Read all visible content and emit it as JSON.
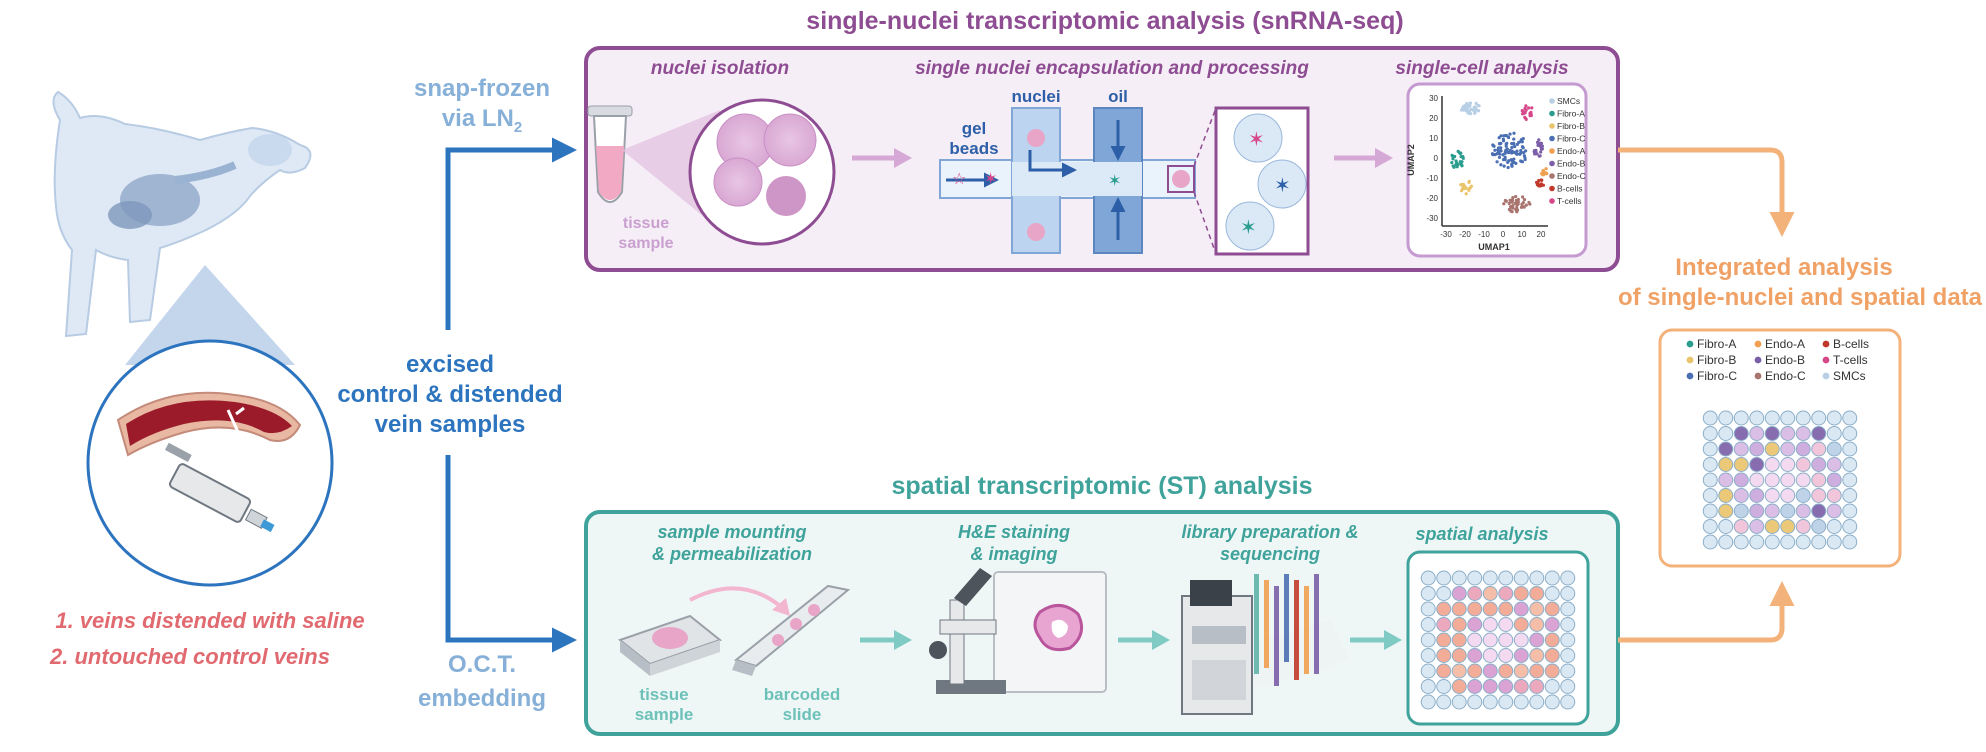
{
  "colors": {
    "purple": "#8e4c92",
    "purple_light": "#f6eef6",
    "teal": "#3fa39b",
    "teal_light": "#eef7f6",
    "blue": "#2d74bf",
    "blue_light": "#87b0d8",
    "orange": "#f4b27b",
    "orange_text": "#f0a266",
    "salmon": "#e06a70"
  },
  "left": {
    "treatment_1": "1.  veins distended with saline",
    "treatment_2": "2.  untouched control veins",
    "excised_line1": "excised",
    "excised_line2": "control & distended",
    "excised_line3": "vein samples",
    "snap_line1": "snap-frozen",
    "snap_line2": "via LN",
    "snap_sub": "2",
    "oct_line1": "O.C.T.",
    "oct_line2": "embedding"
  },
  "snrna": {
    "title": "single-nuclei transcriptomic analysis (snRNA-seq)",
    "step1": "nuclei isolation",
    "step2": "single nuclei encapsulation and processing",
    "step3": "single-cell analysis",
    "tissue_1": "tissue",
    "tissue_2": "sample",
    "nuclei": "nuclei",
    "oil": "oil",
    "gel_1": "gel",
    "gel_2": "beads",
    "umap_y": "UMAP2",
    "umap_x": "UMAP1",
    "y_ticks": [
      "30",
      "20",
      "10",
      "0",
      "-10",
      "-20",
      "-30"
    ],
    "x_ticks": [
      "-30",
      "-20",
      "-10",
      "0",
      "10",
      "20"
    ],
    "legend": [
      "SMCs",
      "Fibro-A",
      "Fibro-B",
      "Fibro-C",
      "Endo-A",
      "Endo-B",
      "Endo-C",
      "B-cells",
      "T-cells"
    ],
    "legend_colors": [
      "#b8cfe6",
      "#2a9d8f",
      "#e9c46a",
      "#4a6fb3",
      "#f0a050",
      "#7b5ea7",
      "#a9746e",
      "#c0392b",
      "#d6478a"
    ]
  },
  "st": {
    "title": "spatial transcriptomic (ST) analysis",
    "step1_1": "sample mounting",
    "step1_2": "& permeabilization",
    "step2_1": "H&E staining",
    "step2_2": "& imaging",
    "step3_1": "library preparation &",
    "step3_2": "sequencing",
    "step4": "spatial analysis",
    "tissue_1": "tissue",
    "tissue_2": "sample",
    "slide_1": "barcoded",
    "slide_2": "slide"
  },
  "integrated": {
    "title_1": "Integrated analysis",
    "title_2": "of single-nuclei and spatial data",
    "legend": [
      {
        "label": "Fibro-A",
        "color": "#2a9d8f"
      },
      {
        "label": "Endo-A",
        "color": "#f0a050"
      },
      {
        "label": "B-cells",
        "color": "#c0392b"
      },
      {
        "label": "Fibro-B",
        "color": "#e9c46a"
      },
      {
        "label": "Endo-B",
        "color": "#7b5ea7"
      },
      {
        "label": "T-cells",
        "color": "#d6478a"
      },
      {
        "label": "Fibro-C",
        "color": "#4a6fb3"
      },
      {
        "label": "Endo-C",
        "color": "#a9746e"
      },
      {
        "label": "SMCs",
        "color": "#b8cfe6"
      }
    ]
  }
}
